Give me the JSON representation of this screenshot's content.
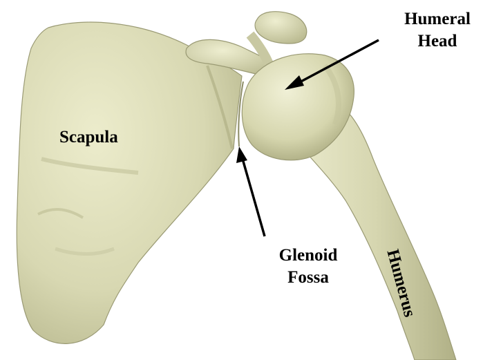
{
  "labels": {
    "humeral_head": [
      "Humeral",
      "Head"
    ],
    "scapula": "Scapula",
    "glenoid_fossa": [
      "Glenoid",
      "Fossa"
    ],
    "humerus": "Humerus"
  },
  "colors": {
    "bone_fill": "#dcdcb6",
    "bone_shade": "#b8b88e",
    "bone_highlight": "#eeeed2",
    "bone_outline": "#9a9a74",
    "text": "#000000",
    "arrow": "#000000",
    "background": "#ffffff"
  }
}
